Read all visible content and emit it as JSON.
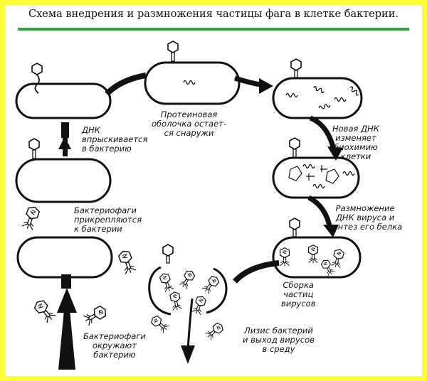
{
  "title": "Схема внедрения и размножения частицы фага в клетке бактерии.",
  "labels": {
    "protein_coat": "Протеиновая\nоболочка остает-\nся снаружи",
    "dna_injected": "ДНК\nвпрыскивается\nв бактерию",
    "new_dna": "Новая ДНК\nизменяет\nбиохимию\nклетки",
    "attach": "Бактериофаги\nприкрепляются\nк бактерии",
    "replication": "Размножение\nДНК вируса и\nсинтез его белка",
    "assembly": "Сборка\nчастиц\nвирусов",
    "lysis": "Лизис бактерий\nи выход вирусов\nв среду",
    "surround": "Бактериофаги\nокружают\nбактерию"
  },
  "colors": {
    "page_border": "#ffff33",
    "rule": "#2aa83a",
    "ink": "#111111"
  }
}
